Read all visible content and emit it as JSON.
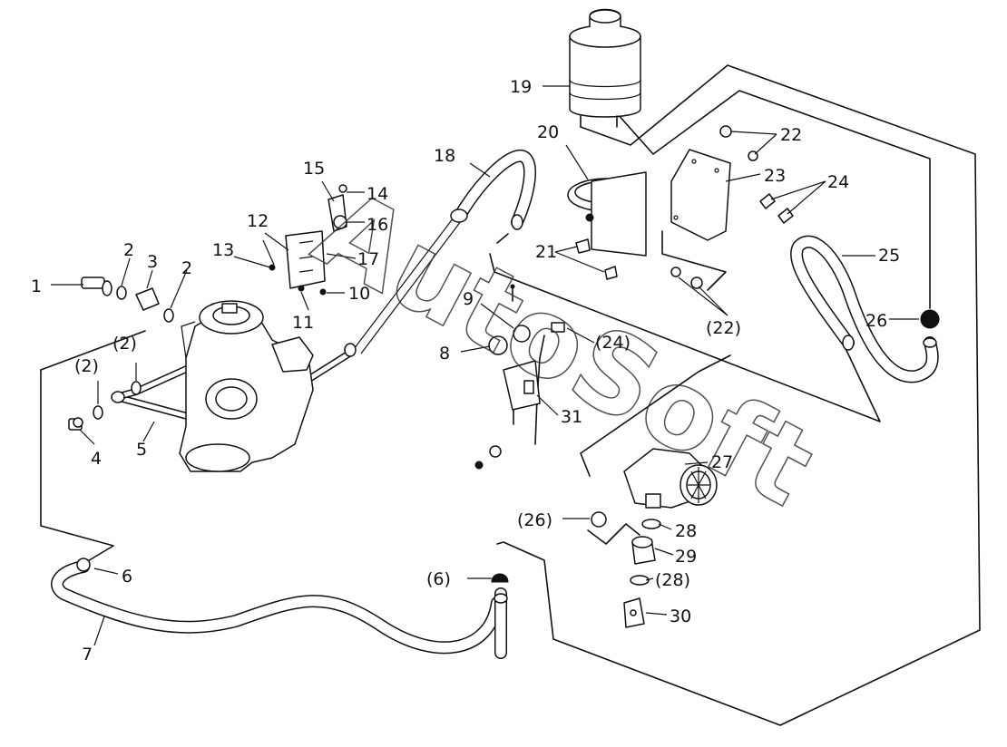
{
  "diagram": {
    "watermark": "AutoSoft",
    "labels": [
      {
        "id": "p1",
        "text": "1"
      },
      {
        "id": "p2a",
        "text": "2"
      },
      {
        "id": "p3",
        "text": "3"
      },
      {
        "id": "p2b",
        "text": "2"
      },
      {
        "id": "p2c",
        "text": "(2)"
      },
      {
        "id": "p2d",
        "text": "(2)"
      },
      {
        "id": "p4",
        "text": "4"
      },
      {
        "id": "p5",
        "text": "5"
      },
      {
        "id": "p6",
        "text": "6"
      },
      {
        "id": "p7",
        "text": "7"
      },
      {
        "id": "p6b",
        "text": "(6)"
      },
      {
        "id": "p8",
        "text": "8"
      },
      {
        "id": "p9",
        "text": "9"
      },
      {
        "id": "p10",
        "text": "10"
      },
      {
        "id": "p11",
        "text": "11"
      },
      {
        "id": "p12",
        "text": "12"
      },
      {
        "id": "p13",
        "text": "13"
      },
      {
        "id": "p14",
        "text": "14"
      },
      {
        "id": "p15",
        "text": "15"
      },
      {
        "id": "p16",
        "text": "16"
      },
      {
        "id": "p17",
        "text": "17"
      },
      {
        "id": "p18",
        "text": "18"
      },
      {
        "id": "p19",
        "text": "19"
      },
      {
        "id": "p20",
        "text": "20"
      },
      {
        "id": "p21",
        "text": "21"
      },
      {
        "id": "p22a",
        "text": "22"
      },
      {
        "id": "p22b",
        "text": "(22)"
      },
      {
        "id": "p23",
        "text": "23"
      },
      {
        "id": "p24a",
        "text": "24"
      },
      {
        "id": "p24b",
        "text": "(24)"
      },
      {
        "id": "p25",
        "text": "25"
      },
      {
        "id": "p26a",
        "text": "26"
      },
      {
        "id": "p26b",
        "text": "(26)"
      },
      {
        "id": "p27",
        "text": "27"
      },
      {
        "id": "p28a",
        "text": "28"
      },
      {
        "id": "p28b",
        "text": "(28)"
      },
      {
        "id": "p29",
        "text": "29"
      },
      {
        "id": "p30",
        "text": "30"
      },
      {
        "id": "p31",
        "text": "31"
      }
    ]
  }
}
